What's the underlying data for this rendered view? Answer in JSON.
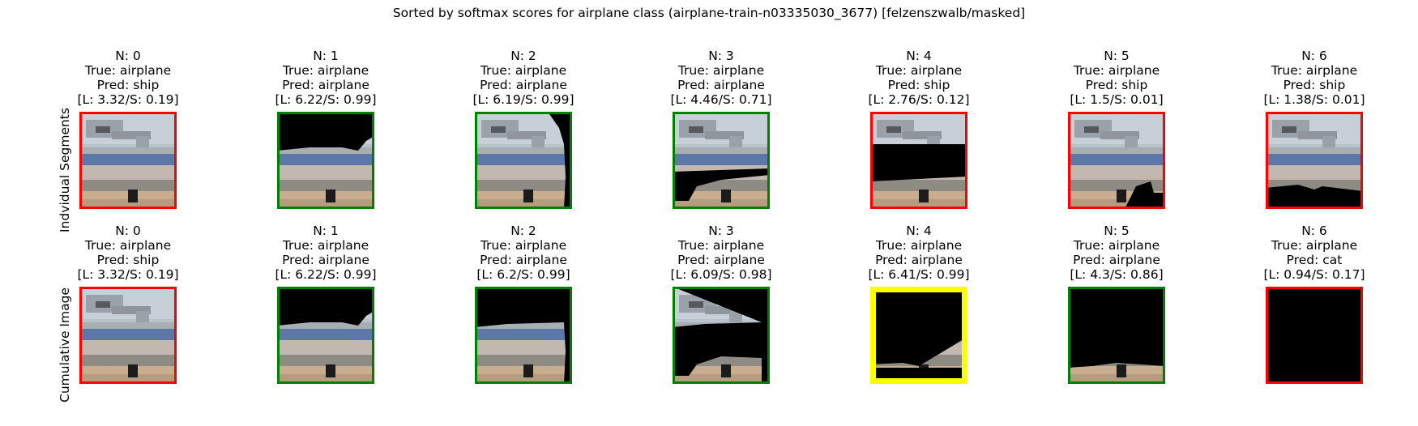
{
  "title": "Sorted by softmax scores for airplane class (airplane-train-n03335030_3677) [felzenszwalb/masked]",
  "rows": [
    {
      "label": "Indvidual Segments",
      "cells": [
        {
          "n": "N: 0",
          "true": "True: airplane",
          "pred": "Pred: ship",
          "score": "[L: 3.32/S: 0.19]",
          "border": "#ff0000",
          "mask": "none"
        },
        {
          "n": "N: 1",
          "true": "True: airplane",
          "pred": "Pred: airplane",
          "score": "[L: 6.22/S: 0.99]",
          "border": "#008000",
          "mask": "top"
        },
        {
          "n": "N: 2",
          "true": "True: airplane",
          "pred": "Pred: airplane",
          "score": "[L: 6.19/S: 0.99]",
          "border": "#008000",
          "mask": "right-arc"
        },
        {
          "n": "N: 3",
          "true": "True: airplane",
          "pred": "Pred: airplane",
          "score": "[L: 4.46/S: 0.71]",
          "border": "#008000",
          "mask": "lower-band"
        },
        {
          "n": "N: 4",
          "true": "True: airplane",
          "pred": "Pred: ship",
          "score": "[L: 2.76/S: 0.12]",
          "border": "#ff0000",
          "mask": "fuselage"
        },
        {
          "n": "N: 5",
          "true": "True: airplane",
          "pred": "Pred: ship",
          "score": "[L: 1.5/S: 0.01]",
          "border": "#ff0000",
          "mask": "bottom-right"
        },
        {
          "n": "N: 6",
          "true": "True: airplane",
          "pred": "Pred: ship",
          "score": "[L: 1.38/S: 0.01]",
          "border": "#ff0000",
          "mask": "bottom-strip"
        }
      ]
    },
    {
      "label": "Cumulative Image",
      "cells": [
        {
          "n": "N: 0",
          "true": "True: airplane",
          "pred": "Pred: ship",
          "score": "[L: 3.32/S: 0.19]",
          "border": "#ff0000",
          "mask": "none"
        },
        {
          "n": "N: 1",
          "true": "True: airplane",
          "pred": "Pred: airplane",
          "score": "[L: 6.22/S: 0.99]",
          "border": "#008000",
          "mask": "top"
        },
        {
          "n": "N: 2",
          "true": "True: airplane",
          "pred": "Pred: airplane",
          "score": "[L: 6.2/S: 0.99]",
          "border": "#008000",
          "mask": "top-right"
        },
        {
          "n": "N: 3",
          "true": "True: airplane",
          "pred": "Pred: airplane",
          "score": "[L: 6.09/S: 0.98]",
          "border": "#008000",
          "mask": "top-right-lower"
        },
        {
          "n": "N: 4",
          "true": "True: airplane",
          "pred": "Pred: airplane",
          "score": "[L: 6.41/S: 0.99]",
          "border": "#ffff00",
          "mask": "mostly-black"
        },
        {
          "n": "N: 5",
          "true": "True: airplane",
          "pred": "Pred: airplane",
          "score": "[L: 4.3/S: 0.86]",
          "border": "#008000",
          "mask": "bottom-only"
        },
        {
          "n": "N: 6",
          "true": "True: airplane",
          "pred": "Pred: cat",
          "score": "[L: 0.94/S: 0.17]",
          "border": "#ff0000",
          "mask": "all-black"
        }
      ]
    }
  ],
  "chart_data": {
    "type": "table",
    "title": "Sorted by softmax scores for airplane class (airplane-train-n03335030_3677) [felzenszwalb/masked]",
    "row_labels": [
      "Indvidual Segments",
      "Cumulative Image"
    ],
    "columns": [
      "N: 0",
      "N: 1",
      "N: 2",
      "N: 3",
      "N: 4",
      "N: 5",
      "N: 6"
    ],
    "true_class": "airplane",
    "individual_segments": [
      {
        "n": 0,
        "pred": "ship",
        "L": 3.32,
        "S": 0.19
      },
      {
        "n": 1,
        "pred": "airplane",
        "L": 6.22,
        "S": 0.99
      },
      {
        "n": 2,
        "pred": "airplane",
        "L": 6.19,
        "S": 0.99
      },
      {
        "n": 3,
        "pred": "airplane",
        "L": 4.46,
        "S": 0.71
      },
      {
        "n": 4,
        "pred": "ship",
        "L": 2.76,
        "S": 0.12
      },
      {
        "n": 5,
        "pred": "ship",
        "L": 1.5,
        "S": 0.01
      },
      {
        "n": 6,
        "pred": "ship",
        "L": 1.38,
        "S": 0.01
      }
    ],
    "cumulative_image": [
      {
        "n": 0,
        "pred": "ship",
        "L": 3.32,
        "S": 0.19
      },
      {
        "n": 1,
        "pred": "airplane",
        "L": 6.22,
        "S": 0.99
      },
      {
        "n": 2,
        "pred": "airplane",
        "L": 6.2,
        "S": 0.99
      },
      {
        "n": 3,
        "pred": "airplane",
        "L": 6.09,
        "S": 0.98
      },
      {
        "n": 4,
        "pred": "airplane",
        "L": 6.41,
        "S": 0.99
      },
      {
        "n": 5,
        "pred": "airplane",
        "L": 4.3,
        "S": 0.86
      },
      {
        "n": 6,
        "pred": "cat",
        "L": 0.94,
        "S": 0.17
      }
    ],
    "border_colors": {
      "correct": "#008000",
      "incorrect": "#ff0000",
      "highlight": "#ffff00"
    }
  }
}
